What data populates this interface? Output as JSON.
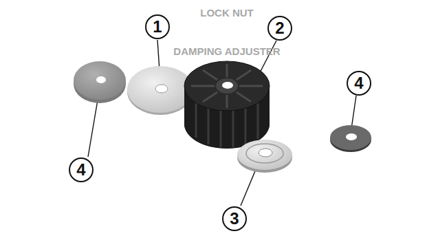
{
  "diagram": {
    "labels": [
      "1",
      "2",
      "4",
      "3",
      "4",
      "LOCK NUT",
      "DAMPING ADJUSTER"
    ]
  }
}
